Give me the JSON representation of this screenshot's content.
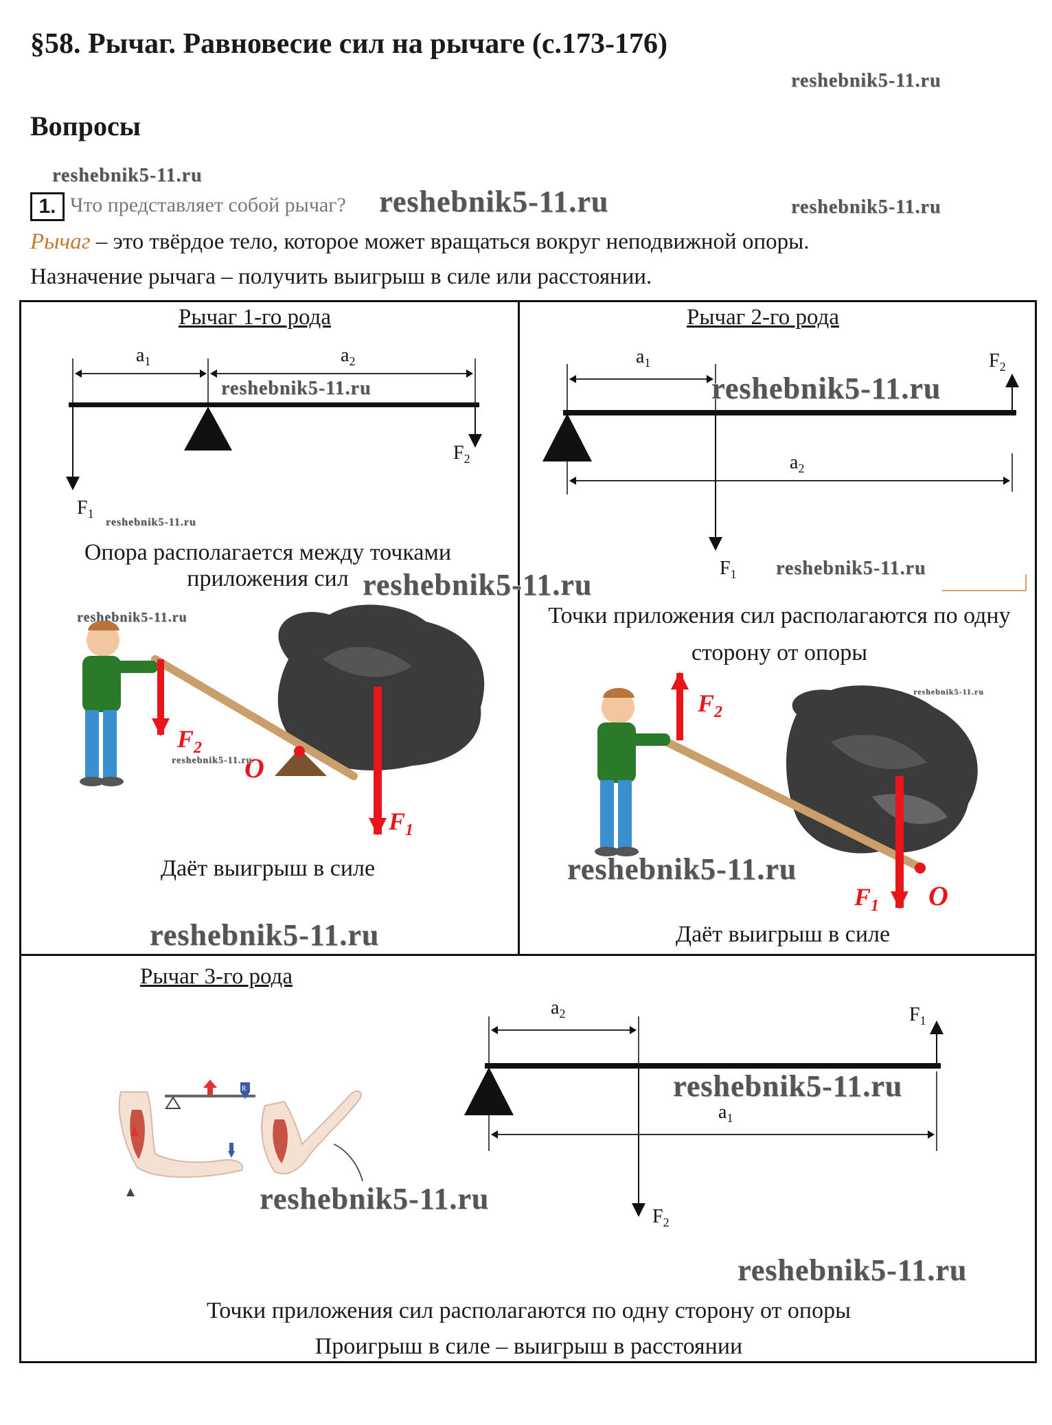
{
  "header": {
    "title": "§58. Рычаг. Равновесие сил на рычаге (с.173-176)",
    "section": "Вопросы"
  },
  "watermark": "reshebnik5-11.ru",
  "question": {
    "number": "1.",
    "text": "Что представляет собой рычаг?",
    "answer_term": "Рычаг",
    "answer_rest": " – это твёрдое тело, которое может вращаться вокруг неподвижной опоры.",
    "purpose": "Назначение рычага – получить выигрыш в силе или расстоянии."
  },
  "first_kind": {
    "heading": "Рычаг 1-го рода",
    "caption": "Опора располагается между точками приложения сил",
    "benefit": "Даёт выигрыш в силе",
    "labels": {
      "a1": "a",
      "a1_sub": "1",
      "a2": "a",
      "a2_sub": "2",
      "F1": "F",
      "F1_sub": "1",
      "F2": "F",
      "F2_sub": "2",
      "O": "O"
    }
  },
  "second_kind": {
    "heading": "Рычаг 2-го рода",
    "caption": "Точки приложения сил располагаются по одну сторону от опоры",
    "benefit": "Даёт выигрыш в силе",
    "labels": {
      "a1": "a",
      "a1_sub": "1",
      "a2": "a",
      "a2_sub": "2",
      "F1": "F",
      "F1_sub": "1",
      "F2": "F",
      "F2_sub": "2",
      "O": "O"
    }
  },
  "third_kind": {
    "heading": "Рычаг 3-го рода",
    "caption": "Точки приложения сил располагаются по одну сторону от опоры",
    "benefit": "Проигрыш в силе – выигрыш в расстоянии",
    "labels": {
      "a1": "a",
      "a1_sub": "1",
      "a2": "a",
      "a2_sub": "2",
      "F1": "F",
      "F1_sub": "1",
      "F2": "F",
      "F2_sub": "2",
      "R": "R"
    }
  },
  "colors": {
    "force": "#e8161b",
    "rock": "#3b3b3b",
    "plank": "#c9a06b",
    "term": "#c77a2e"
  }
}
